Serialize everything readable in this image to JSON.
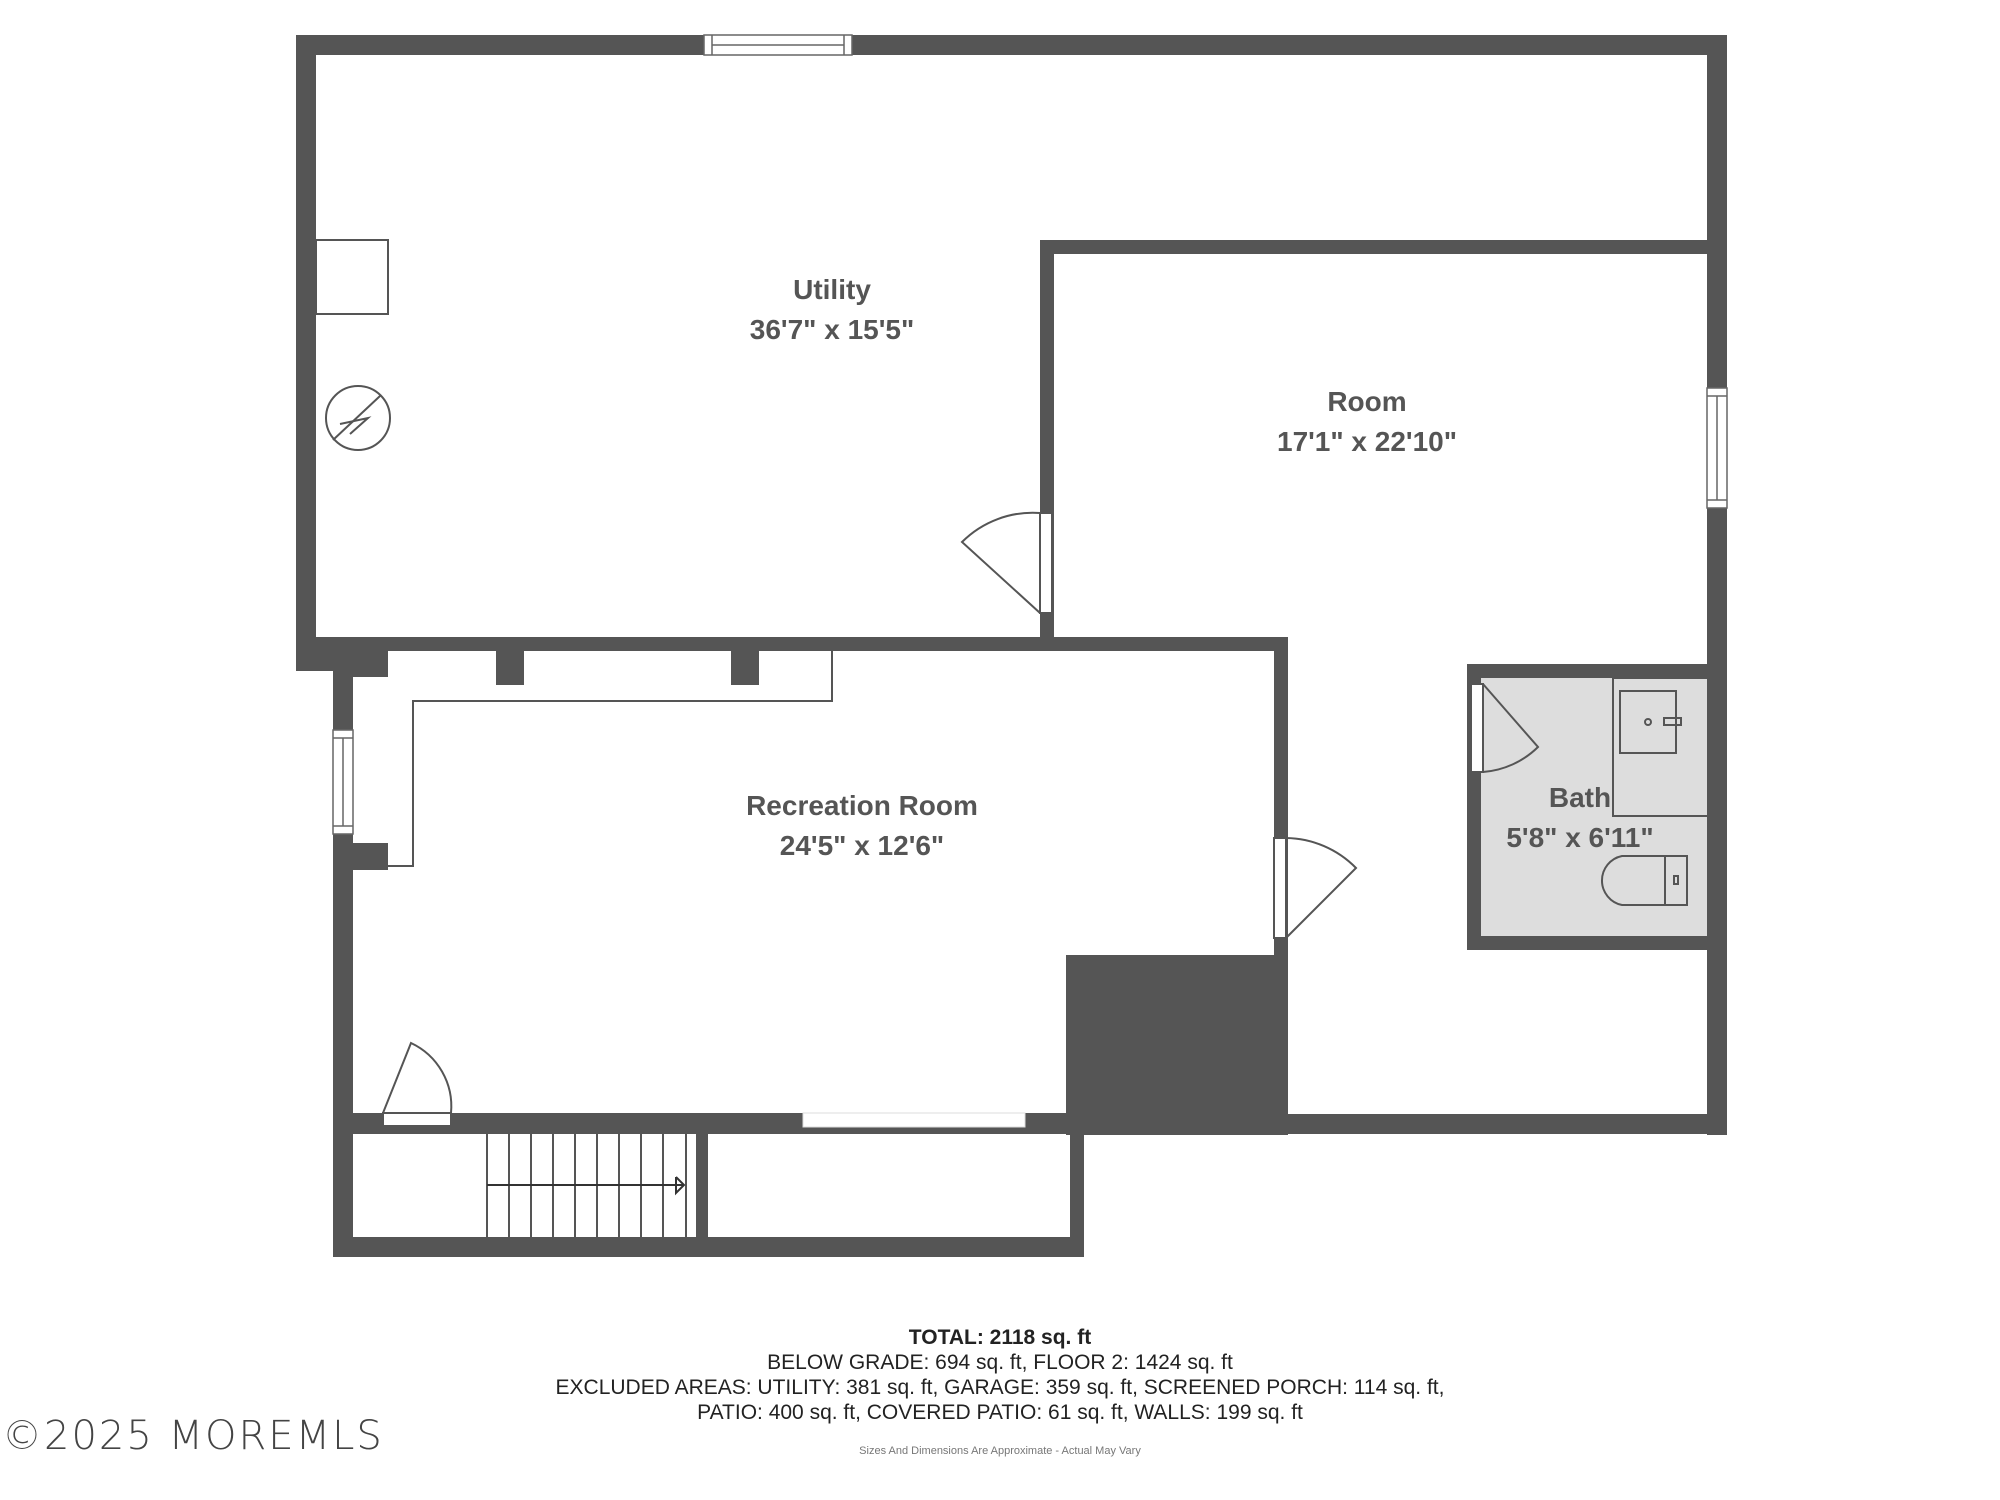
{
  "rooms": {
    "utility": {
      "name": "Utility",
      "dims": "36'7\" x 15'5\""
    },
    "room": {
      "name": "Room",
      "dims": "17'1\" x 22'10\""
    },
    "recreation": {
      "name": "Recreation Room",
      "dims": "24'5\" x 12'6\""
    },
    "bath": {
      "name": "Bath",
      "dims": "5'8\" x 6'11\""
    }
  },
  "summary": {
    "total": "TOTAL: 2118 sq. ft",
    "line1": "BELOW GRADE: 694 sq. ft, FLOOR 2: 1424 sq. ft",
    "line2": "EXCLUDED AREAS: UTILITY: 381 sq. ft, GARAGE: 359 sq. ft, SCREENED PORCH: 114 sq. ft,",
    "line3": "PATIO: 400 sq. ft, COVERED PATIO: 61 sq. ft, WALLS: 199 sq. ft",
    "note": "Sizes And Dimensions Are Approximate - Actual May Vary"
  },
  "watermark": "©2025 MOREMLS",
  "colors": {
    "wall": "#555555",
    "bath_fill": "#dddddd",
    "text": "#555555"
  }
}
